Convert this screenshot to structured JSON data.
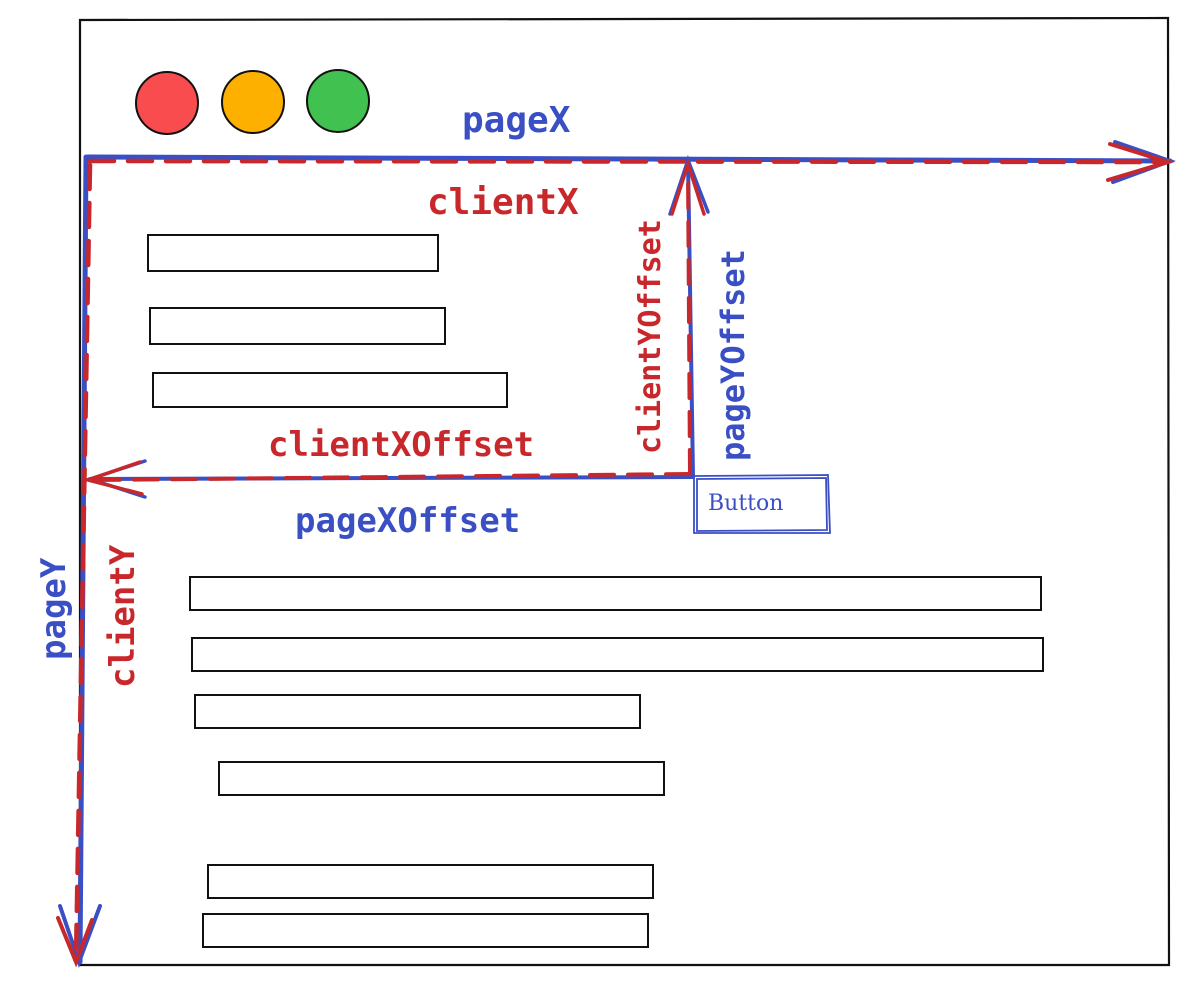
{
  "window_controls": [
    {
      "name": "close",
      "color": "#f94c4f"
    },
    {
      "name": "minimize",
      "color": "#fdb000"
    },
    {
      "name": "maximize",
      "color": "#41c14f"
    }
  ],
  "colors": {
    "page_axis": "#3a4fc4",
    "client_axis": "#c8282b",
    "outline": "#111111"
  },
  "labels": {
    "pageX": "pageX",
    "clientX": "clientX",
    "pageY": "pageY",
    "clientY": "clientY",
    "clientXOffset": "clientXOffset",
    "pageXOffset": "pageXOffset",
    "clientYOffset": "clientYOffset",
    "pageYOffset": "pageYOffset"
  },
  "button": {
    "label": "Button"
  }
}
